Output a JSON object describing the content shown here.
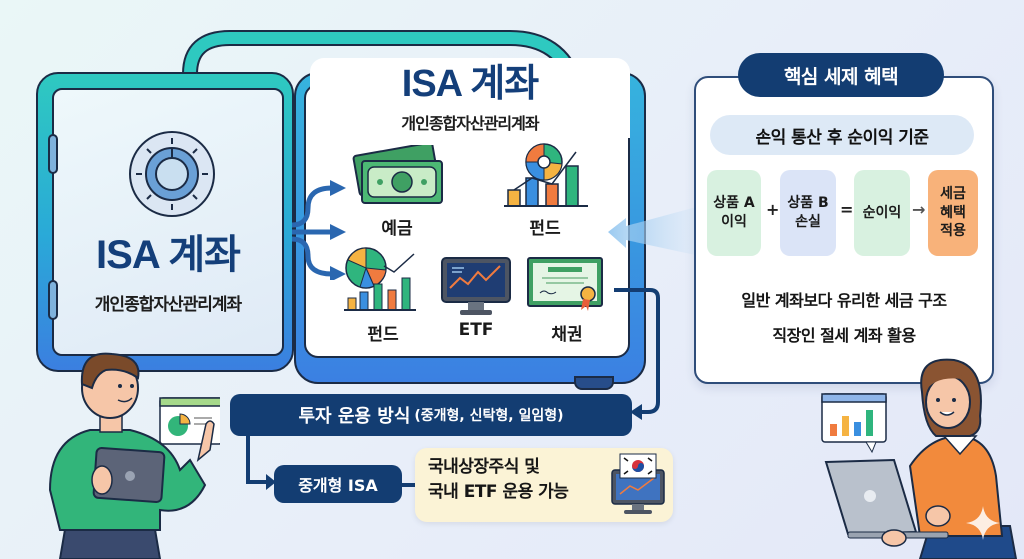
{
  "safe": {
    "title": "ISA 계좌",
    "subtitle": "개인종합자산관리계좌",
    "dial_icon": "combination-dial-icon"
  },
  "cabinet": {
    "title": "ISA 계좌",
    "subtitle": "개인종합자산관리계좌",
    "products": [
      {
        "label": "예금",
        "icon": "cash-icon"
      },
      {
        "label": "펀드",
        "icon": "pie-bar-growth-icon"
      },
      {
        "label": "펀드",
        "icon": "pie-bar-chart-icon"
      },
      {
        "label": "ETF",
        "icon": "monitor-chart-icon"
      },
      {
        "label": "채권",
        "icon": "certificate-icon"
      }
    ]
  },
  "tax_benefits": {
    "header": "핵심 세제 혜택",
    "rule": "손익 통산 후 순이익 기준",
    "calc": {
      "product_a_gain": "상품 A\n이익",
      "plus": "+",
      "product_b_loss": "상품 B\n손실",
      "equals": "=",
      "net_profit": "순이익",
      "arrow": "→",
      "tax_benefit": "세금\n혜택\n적용"
    },
    "notes": [
      "일반 계좌보다 유리한 세금 구조",
      "직장인 절세 계좌 활용"
    ]
  },
  "flow": {
    "method_title": "투자 운용 방식",
    "method_types": "(중개형, 신탁형, 일임형)",
    "isa_type": "중개형 ISA",
    "domestic_line1": "국내상장주식 및",
    "domestic_line2": "국내 ETF 운용 가능"
  },
  "colors": {
    "navy": "#133d72",
    "teal": "#2ec9c0",
    "blue": "#3b80e2",
    "gain_green": "#d8f1e0",
    "loss_blue": "#dbe4f7",
    "tax_orange": "#f8b27a",
    "note_yellow": "#fbf3d6"
  }
}
